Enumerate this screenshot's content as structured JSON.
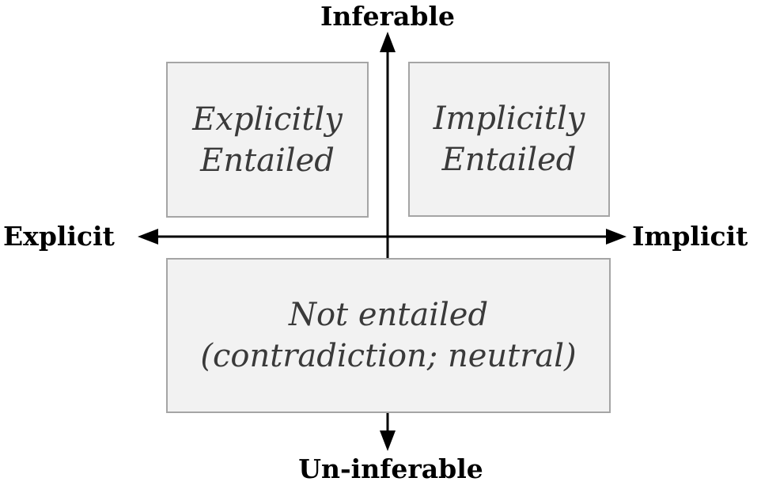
{
  "diagram": {
    "axis_labels": {
      "top": "Inferable",
      "bottom": "Un-inferable",
      "left": "Explicit",
      "right": "Implicit"
    },
    "boxes": {
      "top_left": {
        "line1": "Explicitly",
        "line2": "Entailed"
      },
      "top_right": {
        "line1": "Implicitly",
        "line2": "Entailed"
      },
      "bottom": {
        "line1": "Not entailed",
        "line2": "(contradiction; neutral)"
      }
    },
    "colors": {
      "box_fill": "#f2f2f2",
      "box_border": "#a5a5a5",
      "box_text": "#3a3a3a",
      "axis": "#000000",
      "background": "#ffffff"
    }
  }
}
